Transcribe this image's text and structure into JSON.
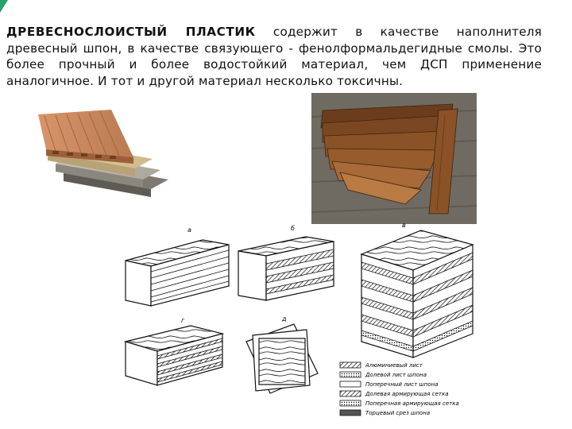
{
  "slide": {
    "heading_term": "ДРЕВЕСНОСЛОИСТЫЙ ПЛАСТИК",
    "body_text": " содержит в качестве наполнителя древесный шпон, в качестве связующего - фенолформальдегидные смолы. Это более прочный и более водостойкий материал, чем ДСП применение аналогичное. И тот и другой материал несколько токсичны."
  },
  "diagram": {
    "panel_labels": [
      "а",
      "б",
      "в",
      "г",
      "д"
    ],
    "legend": [
      "Алюминиевый лист",
      "Долевой лист шпона",
      "Поперечный лист шпона",
      "Долевая армирующая сетка",
      "Поперечная армирующая сетка",
      "Торцевый срез шпона"
    ]
  },
  "colors": {
    "accent": "#2aa06a",
    "panel_wood": "#c98a5e",
    "veneer_dark": "#6b3d1c",
    "veneer_light": "#a86a38"
  }
}
